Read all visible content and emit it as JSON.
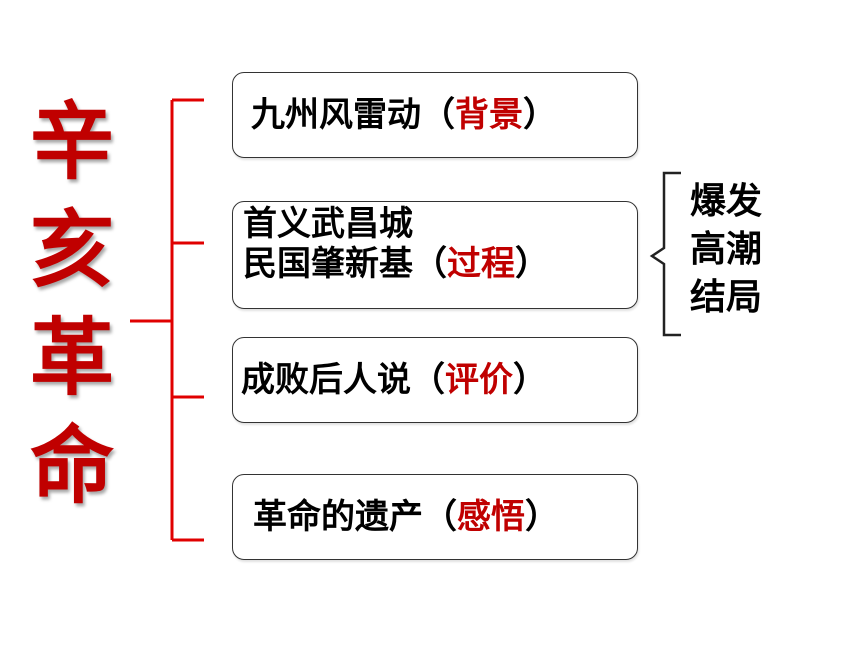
{
  "title_chars": [
    "辛",
    "亥",
    "革",
    "命"
  ],
  "sections": [
    {
      "main": "九州风雷动（",
      "highlight": "背景",
      "close": "）"
    },
    {
      "line1": "首义武昌城",
      "main": "民国肇新基（",
      "highlight": "过程",
      "close": "）"
    },
    {
      "main": "成败后人说（",
      "highlight": "评价",
      "close": "）"
    },
    {
      "main": "革命的遗产（",
      "highlight": "感悟",
      "close": "）"
    }
  ],
  "stages": [
    "爆发",
    "高潮",
    "结局"
  ],
  "colors": {
    "accent": "#c00000",
    "text": "#000000",
    "border": "#333333"
  }
}
